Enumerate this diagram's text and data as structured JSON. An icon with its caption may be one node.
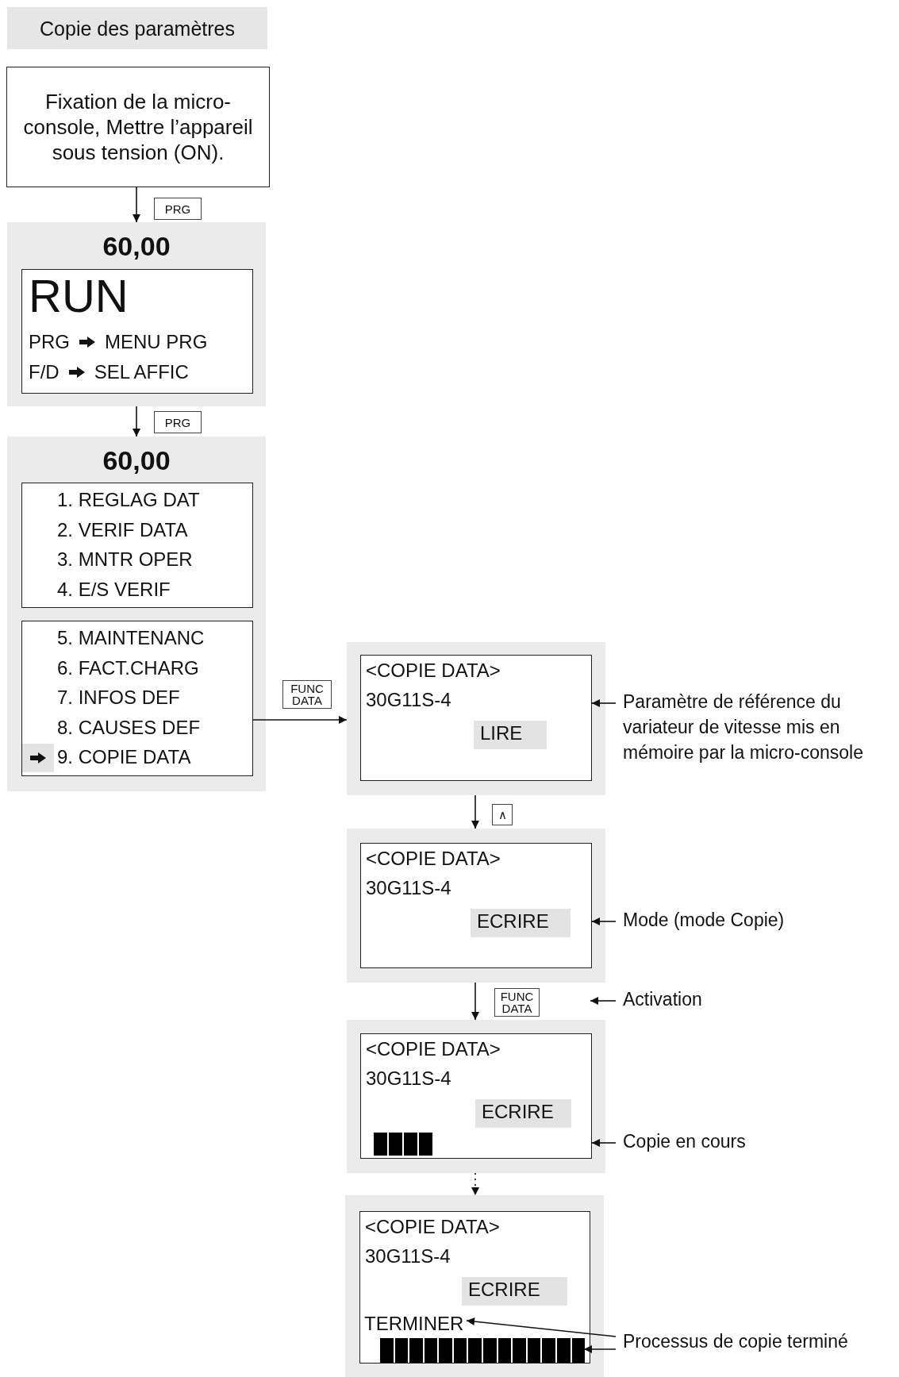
{
  "diagram": {
    "title": "Copie des paramètres",
    "nodes": [
      {
        "text": [
          "Fixation de la micro-console, Mettre l’appareil sous tension (ON)."
        ]
      },
      {
        "text": [
          "60,00"
        ]
      },
      {
        "text": [
          "RUN",
          "PRG",
          "MENU PRG",
          "F/D",
          "SEL AFFIC"
        ],
        "in": 1
      },
      {
        "text": [
          "60,00"
        ]
      },
      {
        "text": [
          "1. REGLAG DAT",
          "2. VERIF DATA",
          "3. MNTR OPER",
          "4. E/S VERIF"
        ],
        "in": 3
      },
      {
        "text": [
          "5. MAINTENANC",
          "6. FACT.CHARG",
          "7. INFOS DEF",
          "8. CAUSES DEF",
          "9. COPIE DATA"
        ],
        "in": 3
      },
      {
        "text": [],
        "shape": "box"
      },
      {
        "text": [
          "<COPIE DATA>",
          "30G11S-4",
          "LIRE"
        ],
        "in": 6
      },
      {
        "text": [],
        "shape": "box"
      },
      {
        "text": [
          "<COPIE DATA>",
          "30G11S-4",
          "ECRIRE"
        ],
        "in": 8
      },
      {
        "text": [],
        "shape": "box"
      },
      {
        "text": [
          "<COPIE DATA>",
          "30G11S-4",
          "ECRIRE"
        ],
        "in": 10
      },
      {
        "text": [],
        "shape": "box"
      },
      {
        "text": [
          "<COPIE DATA>",
          "30G11S-4",
          "ECRIRE"
        ],
        "in": 12
      },
      {
        "text": [],
        "shape": "bar",
        "in": 13
      },
      {
        "text": [
          "Paramètre de référence du variateur de vitesse mis en mémoire par la micro-console"
        ]
      },
      {
        "text": [
          "Mode (mode Copie)"
        ]
      },
      {
        "text": [
          "Activation"
        ]
      },
      {
        "text": [
          "Copie en cours"
        ]
      },
      {
        "text": [
          "Processus de copie terminé"
        ]
      },
      {
        "text": [
          "TERMINER"
        ],
        "in": 13
      }
    ],
    "edges": [
      {
        "from": 0,
        "to": 1,
        "arrow": "to",
        "label": "PRG"
      },
      {
        "from": 1,
        "to": 3,
        "arrow": "to",
        "label": "PRG"
      },
      {
        "from": 5,
        "to": 6,
        "arrow": "to",
        "label": "FUNC DATA"
      },
      {
        "from": 6,
        "to": 8,
        "arrow": "to",
        "label": "∧"
      },
      {
        "from": 8,
        "to": 10,
        "arrow": "to",
        "label": "FUNC DATA"
      },
      {
        "from": 10,
        "to": 12,
        "arrow": "to",
        "style": "dashed"
      },
      {
        "from": 15,
        "to": 7,
        "arrow": "to"
      },
      {
        "from": 16,
        "to": 9,
        "arrow": "to"
      },
      {
        "from": 17,
        "to": null,
        "arrow": "to"
      },
      {
        "from": 18,
        "to": 11,
        "arrow": "to"
      },
      {
        "from": 19,
        "to": 20,
        "arrow": "to"
      },
      {
        "from": 19,
        "to": 14,
        "arrow": "to"
      }
    ]
  }
}
